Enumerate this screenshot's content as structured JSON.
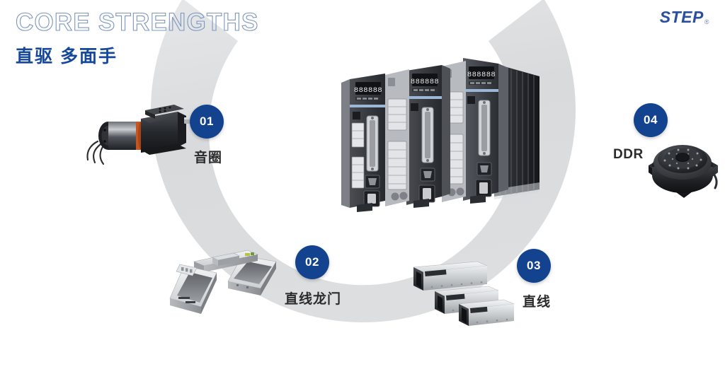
{
  "slide": {
    "title_en": "CORE STRENGTHS",
    "title_cn": "直驱 多面手",
    "background_color": "#ffffff",
    "arc_color": "#d9dbdd",
    "accent_color": "#13428f",
    "title_outline_color": "#7d96bd"
  },
  "logo": {
    "text": "STEP",
    "trademark": "®",
    "color": "#2a4f9e"
  },
  "items": [
    {
      "number": "01",
      "label": "音圈",
      "icon": "voice-coil-motor-photo"
    },
    {
      "number": "02",
      "label": "直线龙门",
      "icon": "linear-gantry-photo"
    },
    {
      "number": "03",
      "label": "直线",
      "icon": "linear-motor-modules-photo"
    },
    {
      "number": "04",
      "label": "DDR",
      "icon": "direct-drive-rotary-motor-photo"
    }
  ],
  "center_product": {
    "icon": "servo-drive-units-photo",
    "display_text": "888888"
  }
}
